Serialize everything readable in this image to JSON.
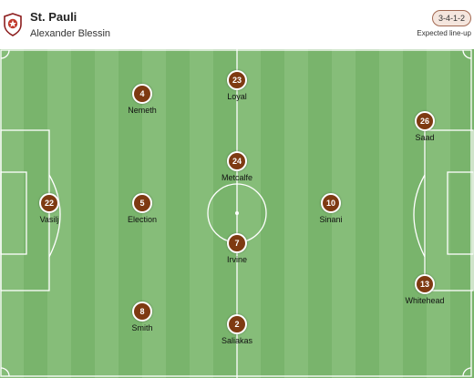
{
  "header": {
    "team_name": "St. Pauli",
    "coach_name": "Alexander Blessin",
    "formation": "3-4-1-2",
    "lineup_label": "Expected line-up"
  },
  "colors": {
    "shirt": "#7e3a12",
    "pitch_light": "#86bd79",
    "pitch_dark": "#79b46c",
    "badge_border": "#a36a53"
  },
  "players": [
    {
      "number": "22",
      "name": "Vasilj"
    },
    {
      "number": "4",
      "name": "Nemeth"
    },
    {
      "number": "5",
      "name": "Election"
    },
    {
      "number": "8",
      "name": "Smith"
    },
    {
      "number": "23",
      "name": "Loyal"
    },
    {
      "number": "24",
      "name": "Metcalfe"
    },
    {
      "number": "7",
      "name": "Irvine"
    },
    {
      "number": "2",
      "name": "Saliakas"
    },
    {
      "number": "10",
      "name": "Sinani"
    },
    {
      "number": "26",
      "name": "Saad"
    },
    {
      "number": "13",
      "name": "Whitehead"
    }
  ]
}
